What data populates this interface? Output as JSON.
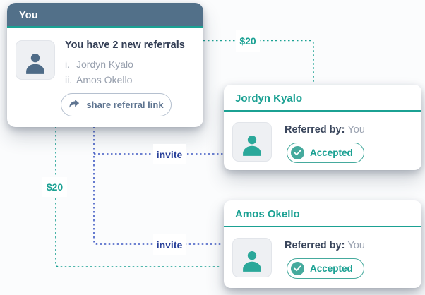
{
  "colors": {
    "page_bg": "#fbfcfd",
    "teal_accent": "#1ba193",
    "teal_line": "#1ba193",
    "blue_line": "#3f59c4",
    "navy_text": "#28409a",
    "header_bg": "#527089",
    "dark_text": "#333e55",
    "muted_text": "#98a0ae",
    "slate_icon": "#4e6b87",
    "teal_icon": "#2ba89a",
    "button_text": "#5e7490",
    "button_border": "#b5c0cf",
    "pill_teal": "#45aa9d"
  },
  "you_card": {
    "header_title": "You",
    "message": "You have 2 new referrals",
    "referrals": [
      {
        "index": "i.",
        "name": "Jordyn Kyalo"
      },
      {
        "index": "ii.",
        "name": "Amos Okello"
      }
    ],
    "share_button_label": "share referral link"
  },
  "referral_cards": [
    {
      "name": "Jordyn Kyalo",
      "referred_by_label": "Referred by:",
      "referred_by_value": "You",
      "status_label": "Accepted"
    },
    {
      "name": "Amos Okello",
      "referred_by_label": "Referred by:",
      "referred_by_value": "You",
      "status_label": "Accepted"
    }
  ],
  "connectors": {
    "reward_top_label": "$20",
    "reward_left_label": "$20",
    "invite_top_label": "invite",
    "invite_bottom_label": "invite"
  }
}
